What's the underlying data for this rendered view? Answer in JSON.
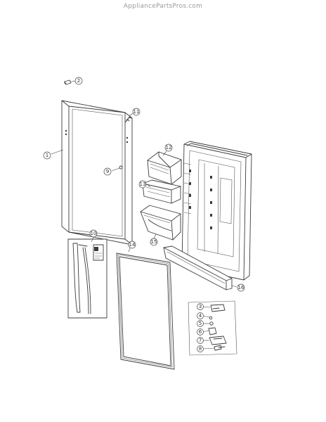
{
  "watermark": "AppliancePartsPros.com",
  "callouts": {
    "c1": "1",
    "c2": "2",
    "c3": "3",
    "c4": "4",
    "c5": "5",
    "c6": "6",
    "c7": "7",
    "c8": "8",
    "c9": "9",
    "c10": "10",
    "c11": "11",
    "c12": "12",
    "c13": "13",
    "c14": "14",
    "c15": "15",
    "c16": "16"
  }
}
